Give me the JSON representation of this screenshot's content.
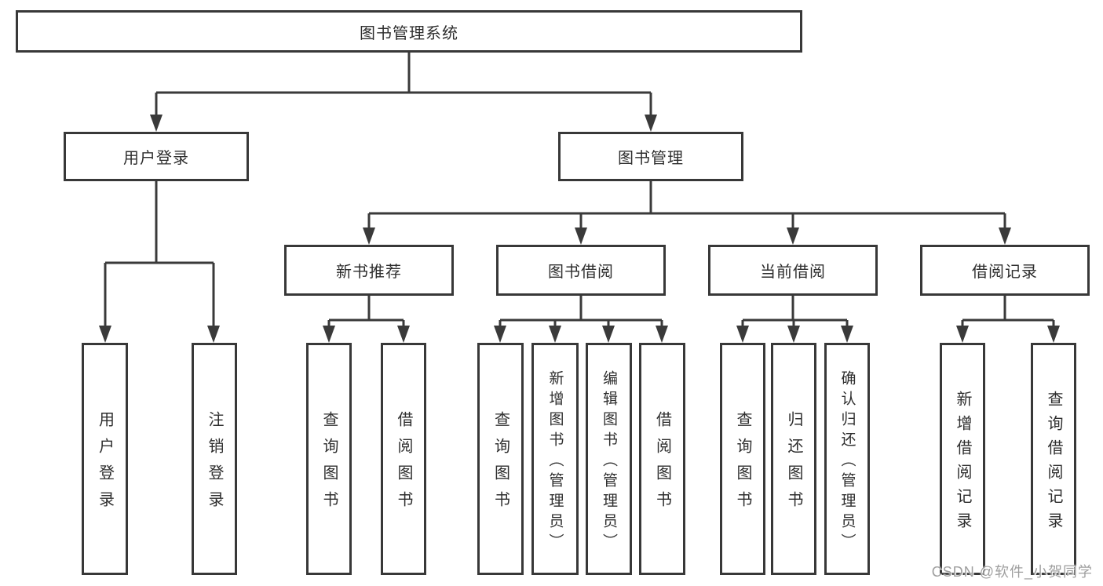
{
  "diagram": {
    "tree": {
      "root": "图书管理系统",
      "branches": [
        {
          "label": "用户登录",
          "children": [
            "用户登录",
            "注销登录"
          ]
        },
        {
          "label": "图书管理",
          "children": [
            {
              "label": "新书推荐",
              "children": [
                "查询图书",
                "借阅图书"
              ]
            },
            {
              "label": "图书借阅",
              "children": [
                "查询图书",
                "新增图书（管理员）",
                "编辑图书（管理员）",
                "借阅图书"
              ]
            },
            {
              "label": "当前借阅",
              "children": [
                "查询图书",
                "归还图书",
                "确认归还（管理员）"
              ]
            },
            {
              "label": "借阅记录",
              "children": [
                "新增借阅记录",
                "查询借阅记录"
              ]
            }
          ]
        }
      ]
    },
    "colors": {
      "line": "#3a3a3a",
      "box_border": "#383838",
      "box_fill": "#ffffff",
      "text": "#2e2e2e",
      "watermark": "#9e9e9e",
      "background": "#ffffff"
    }
  },
  "watermark": {
    "text": "CSDN @软件_小贺同学"
  }
}
